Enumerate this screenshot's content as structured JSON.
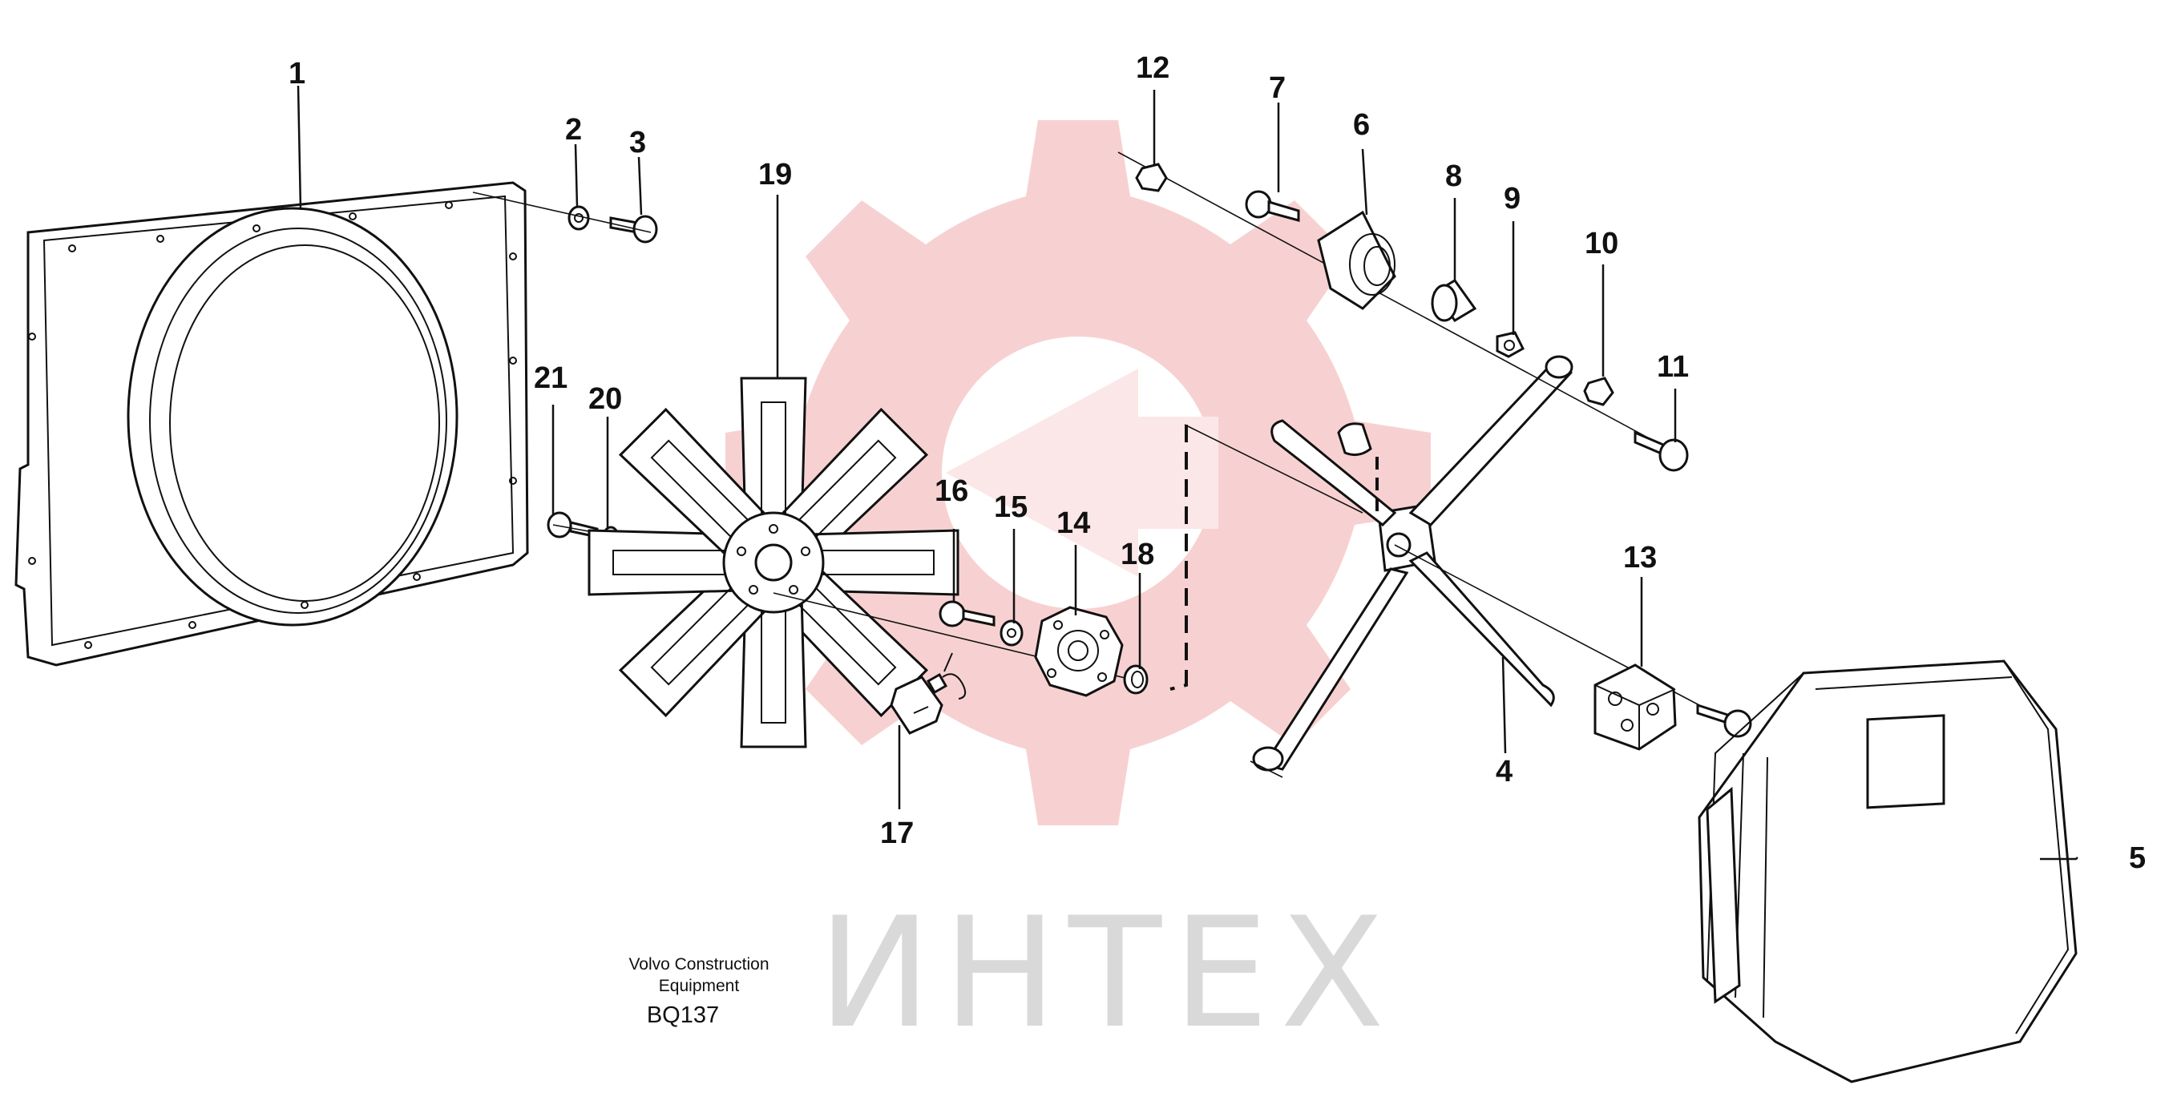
{
  "watermark": {
    "text": "ИНТЕХ",
    "gear_color": "#f6c9c9",
    "text_color": "#d9d9d9"
  },
  "caption": {
    "line1": "Volvo Construction",
    "line2": "Equipment",
    "code": "BQ137"
  },
  "callouts": [
    {
      "id": "1",
      "label": "1"
    },
    {
      "id": "2",
      "label": "2"
    },
    {
      "id": "3",
      "label": "3"
    },
    {
      "id": "4",
      "label": "4"
    },
    {
      "id": "5",
      "label": "5"
    },
    {
      "id": "6",
      "label": "6"
    },
    {
      "id": "7",
      "label": "7"
    },
    {
      "id": "8",
      "label": "8"
    },
    {
      "id": "9",
      "label": "9"
    },
    {
      "id": "10",
      "label": "10"
    },
    {
      "id": "11",
      "label": "11"
    },
    {
      "id": "12",
      "label": "12"
    },
    {
      "id": "13",
      "label": "13"
    },
    {
      "id": "14",
      "label": "14"
    },
    {
      "id": "15",
      "label": "15"
    },
    {
      "id": "16",
      "label": "16"
    },
    {
      "id": "17",
      "label": "17"
    },
    {
      "id": "18",
      "label": "18"
    },
    {
      "id": "19",
      "label": "19"
    },
    {
      "id": "20",
      "label": "20"
    },
    {
      "id": "21",
      "label": "21"
    }
  ]
}
